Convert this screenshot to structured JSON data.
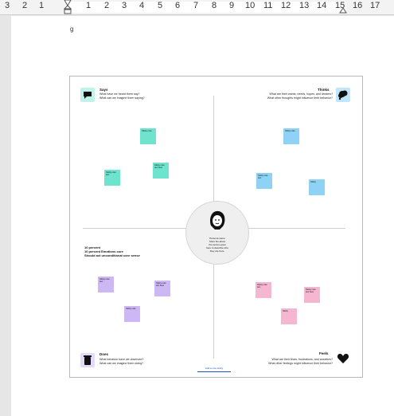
{
  "ruler": {
    "numbers": [
      "3",
      "2",
      "1",
      "1",
      "2",
      "3",
      "4",
      "5",
      "6",
      "7",
      "8",
      "9",
      "10",
      "11",
      "12",
      "13",
      "14",
      "15",
      "16",
      "17"
    ]
  },
  "cursor_mark": "g",
  "quadrants": {
    "says": {
      "title": "Says",
      "sub": "What have we heard them say?\nWhat can we imagine them saying?",
      "color": "#13b3a0"
    },
    "thinks": {
      "title": "Thinks",
      "sub": "What are their wants, needs, hopes, and dreams?\nWhat other thoughts might influence their behavior?",
      "color": "#32a8e8"
    },
    "does": {
      "title": "Does",
      "sub": "What behavior have we observed?\nWhat can we imagine them doing?",
      "color": "#9b7fe4"
    },
    "feels": {
      "title": "Feels",
      "sub": "What are their fears, frustrations, and anxieties?\nWhat other feelings might influence their behavior?",
      "color": "#111111"
    }
  },
  "middle_text": "10 percent\n10 percent Emotions core\nShould act unconditional core sense",
  "center_persona": {
    "text": "Persona name\nShort bio about\nthe person goes\nhere to describe who\nthey are here."
  },
  "bottom_link": "Add a new sticky",
  "notes": {
    "says": [
      "Sticky note",
      "Sticky note text",
      "Sticky note text here"
    ],
    "thinks": [
      "Sticky note",
      "Sticky note text",
      "Sticky"
    ],
    "does": [
      "Sticky note text",
      "Sticky note text here",
      "Sticky note"
    ],
    "feels": [
      "Sticky note text",
      "Sticky note text here",
      "Sticky"
    ]
  },
  "colors": {
    "teal": "#6ee4cf",
    "blue": "#8ed2f5",
    "purple": "#cdb7f5",
    "pink": "#f5b6d2"
  }
}
